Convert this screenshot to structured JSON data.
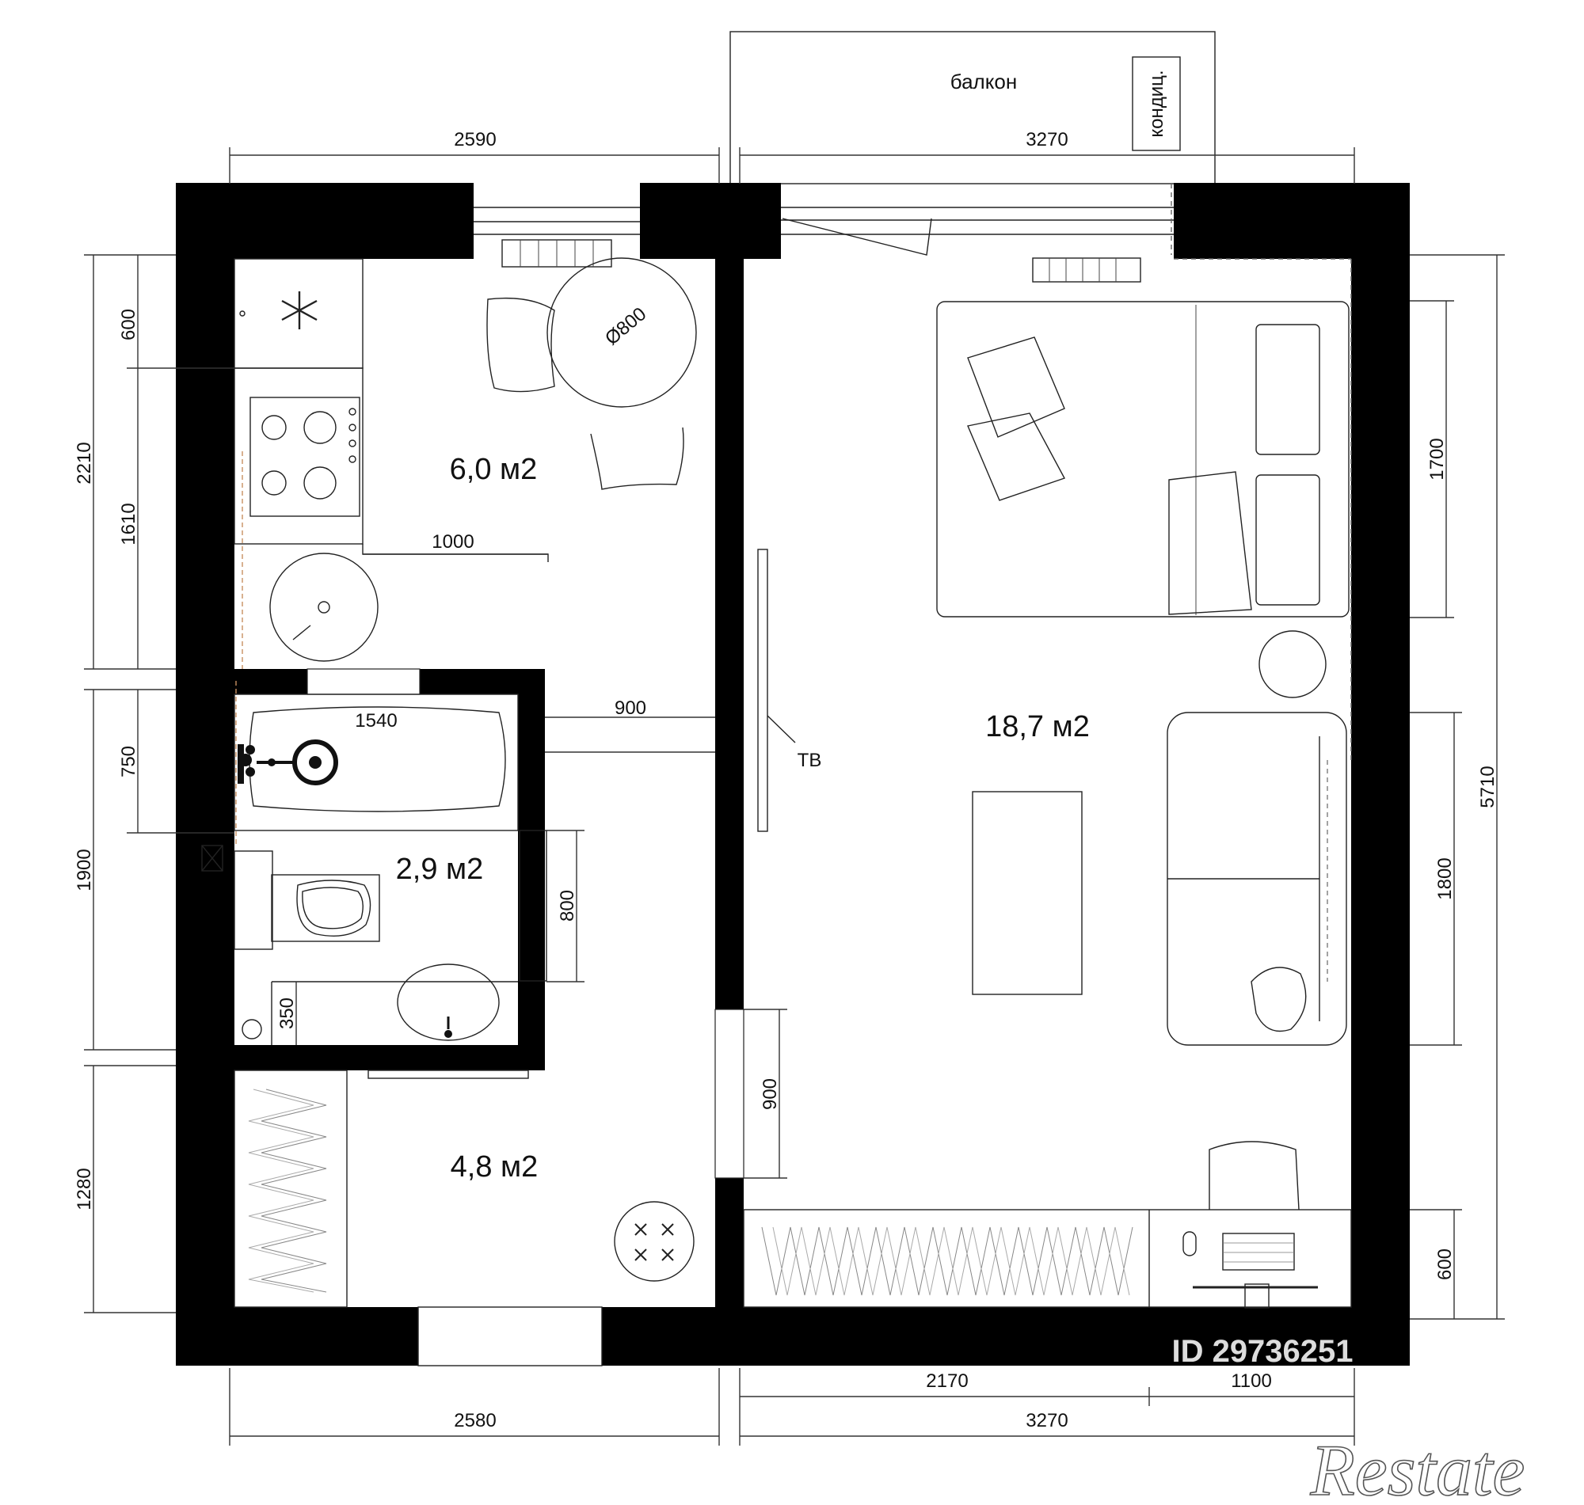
{
  "rooms": {
    "kitchen_area": "6,0 м2",
    "bathroom_area": "2,9 м2",
    "hallway_area": "4,8 м2",
    "living_area": "18,7 м2"
  },
  "labels": {
    "balcony": "балкон",
    "ac_unit": "кондиц.",
    "tv": "ТВ",
    "table_diameter": "Ø800"
  },
  "dimensions": {
    "top_left": "2590",
    "top_right": "3270",
    "bottom_left": "2580",
    "bottom_right": "3270",
    "bottom_desk_split_a": "2170",
    "bottom_desk_split_b": "1100",
    "left_kitchen_total": "2210",
    "left_fridge": "600",
    "left_counter": "1610",
    "left_bath_total": "1900",
    "left_tub": "750",
    "left_hall": "1280",
    "inner_counter": "1000",
    "inner_tub_length": "1540",
    "inner_corridor": "900",
    "inner_toilet_zone": "800",
    "inner_sink_zone": "350",
    "inner_door_gap": "900",
    "right_bed": "1700",
    "right_sofa": "1800",
    "right_total": "5710",
    "right_desk": "600"
  },
  "watermark": {
    "id_text": "ID 29736251",
    "brand": "Restate"
  }
}
